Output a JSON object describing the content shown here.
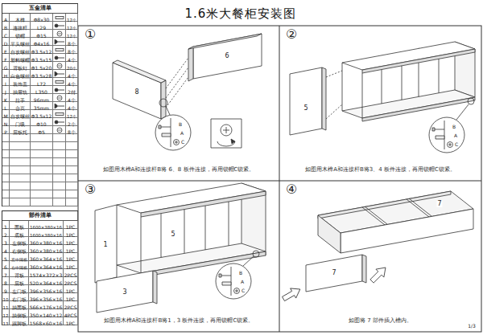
{
  "diagram": {
    "title": "1.6米大餐柜安装图",
    "nodes": [
      {
        "text": [
          "五金清单",
          "A",
          "木榫",
          "Φ8x30",
          "12个",
          "B",
          "连接杆",
          "L29",
          "12个",
          "C",
          "锁帽",
          "Φ15",
          "12个",
          "D",
          "平头螺丝",
          "Φ4x16",
          "8个",
          "E",
          "自攻螺丝",
          "Φ3.5x12",
          "8个",
          "F",
          "塑料螺帽",
          "Φ3.5x15",
          "4个",
          "G",
          "背板钉",
          "Φ1.5x20",
          "20个",
          "H",
          "白色螺丝",
          "Φ3.5x28",
          "4个",
          "I",
          "装饰盖",
          "L72",
          "4个",
          "J",
          "抽屉轨",
          "L350",
          "2付",
          "K",
          "拉手",
          "96mm",
          "4个",
          "L",
          "合页",
          "35mm",
          "4个",
          "M",
          "自攻螺丝",
          "Φ3.5x12",
          "12个",
          "N",
          "门吸",
          "Φ10",
          "2个",
          "P",
          "层板托",
          "Φ5",
          "8个"
        ]
      },
      {
        "text": [
          "部件清单",
          "1",
          "面板",
          "1600×380×16",
          "1PC",
          "2",
          "底板",
          "1600×380×16",
          "1PC",
          "3",
          "左侧板",
          "360×380×16",
          "1PC",
          "4",
          "右侧板",
          "360×380×16",
          "1PC",
          "5",
          "左中隔板",
          "360×364×16",
          "1PC",
          "6",
          "右中隔板",
          "360×364×16",
          "1PC",
          "7",
          "背板",
          "1574×372×3",
          "2PCS",
          "8",
          "层板",
          "520×364×16",
          "2PCS",
          "9",
          "左门板",
          "396×356×16",
          "1PC",
          "10",
          "右门板",
          "396×356×16",
          "1PC",
          "11",
          "抽面板",
          "566×176×16",
          "2PCS",
          "12",
          "抽侧板",
          "350×140×12",
          "4PCS",
          "13",
          "踢脚板",
          "1568×60×16",
          "1PC"
        ]
      },
      {
        "text": [
          "①",
          "如图用木榫A和连接杆B将 6、8 板件连接，再用锁帽C锁紧。"
        ]
      },
      {
        "text": [
          "②",
          "如图用木榫A和连接杆B将3、4 板件连接，再用锁帽C锁紧。"
        ]
      },
      {
        "text": [
          "③",
          "如图用木榫A和连接杆B将1，3 板件连接，再用锁帽C锁紧。"
        ]
      },
      {
        "text": [
          "④",
          "如图将 7 部件插入槽内。"
        ]
      }
    ],
    "labels": [
      "1/3",
      "8",
      "6",
      "B",
      "A",
      "C",
      "5",
      "B",
      "A",
      "C",
      "1",
      "5",
      "3",
      "B",
      "A",
      "C",
      "7",
      "7"
    ]
  }
}
